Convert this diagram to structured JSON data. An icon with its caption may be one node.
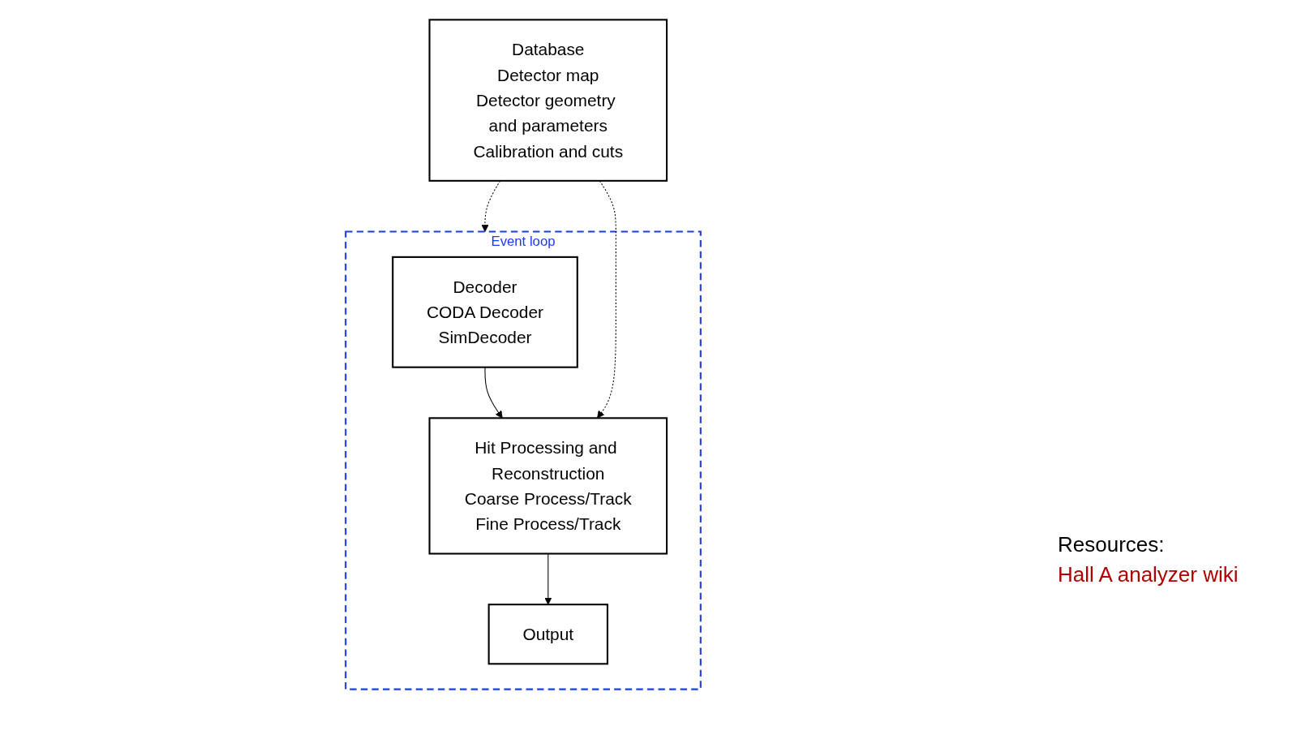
{
  "diagram": {
    "nodes": [
      {
        "text": [
          "Event loop"
        ]
      },
      {
        "text": [
          "Decoder",
          "CODA Decoder",
          "SimDecoder"
        ],
        "in": 0
      },
      {
        "text": [
          "Hit Processing and Reconstruction",
          "Coarse Process/Track",
          "Fine Process/Track"
        ],
        "in": 0
      },
      {
        "text": [
          "Output"
        ],
        "in": 0
      },
      {
        "text": [
          "Database",
          "Detector map",
          "Detector geometry and parameters",
          "Calibration and cuts"
        ]
      }
    ],
    "edges": [
      {
        "from": 1,
        "to": 2,
        "arrow": "to"
      },
      {
        "from": 2,
        "to": 3,
        "arrow": "to"
      },
      {
        "from": 4,
        "to": 0,
        "arrow": "to",
        "style": "dashed"
      },
      {
        "from": 4,
        "to": 2,
        "arrow": "to",
        "style": "dashed"
      }
    ],
    "labels": [
      "Resources:",
      "Hall A analyzer wiki"
    ]
  }
}
